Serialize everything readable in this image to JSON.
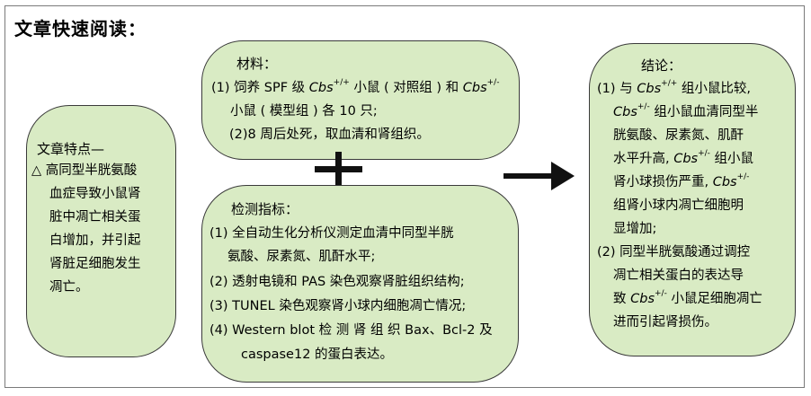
{
  "title": "文章快速阅读：",
  "features": {
    "heading": "文章特点—",
    "lines": [
      "△ 高同型半胱氨酸",
      "血症导致小鼠肾",
      "脏中凋亡相关蛋",
      "白增加，并引起",
      "肾脏足细胞发生",
      "凋亡。"
    ]
  },
  "materials": {
    "heading": "材料：",
    "l1a": "(1) 饲养 SPF 级 ",
    "l1b": " 小鼠 ( 对照组 ) 和 ",
    "l2": "小鼠 ( 模型组 ) 各 10 只;",
    "l3": "(2)8 周后处死，取血清和肾组织。"
  },
  "methods": {
    "heading": "检测指标：",
    "lines": [
      "(1) 全自动生化分析仪测定血清中同型半胱",
      "氨酸、尿素氮、肌酐水平;",
      "(2) 透射电镜和 PAS 染色观察肾脏组织结构;",
      "(3) TUNEL 染色观察肾小球内细胞凋亡情况;",
      "(4) Western blot 检 测 肾 组 织 Bax、Bcl-2 及",
      "caspase12 的蛋白表达。"
    ]
  },
  "conclusion": {
    "heading": "结论：",
    "c1_a": "(1) 与 ",
    "c1_b": " 组小鼠比较,",
    "c2_b": " 组小鼠血清同型半",
    "c3": "胱氨酸、尿素氮、肌酐",
    "c4_a": "水平升高, ",
    "c4_b": " 组小鼠",
    "c5_a": "肾小球损伤严重, ",
    "c6": "组肾小球内凋亡细胞明",
    "c7": "显增加;",
    "c8": "(2) 同型半胱氨酸通过调控",
    "c9": "凋亡相关蛋白的表达导",
    "c10_a": "致 ",
    "c10_b": " 小鼠足细胞凋亡",
    "c11": "进而引起肾损伤。"
  },
  "gene": {
    "name": "Cbs",
    "wt": "+/+",
    "het": "+/-"
  }
}
